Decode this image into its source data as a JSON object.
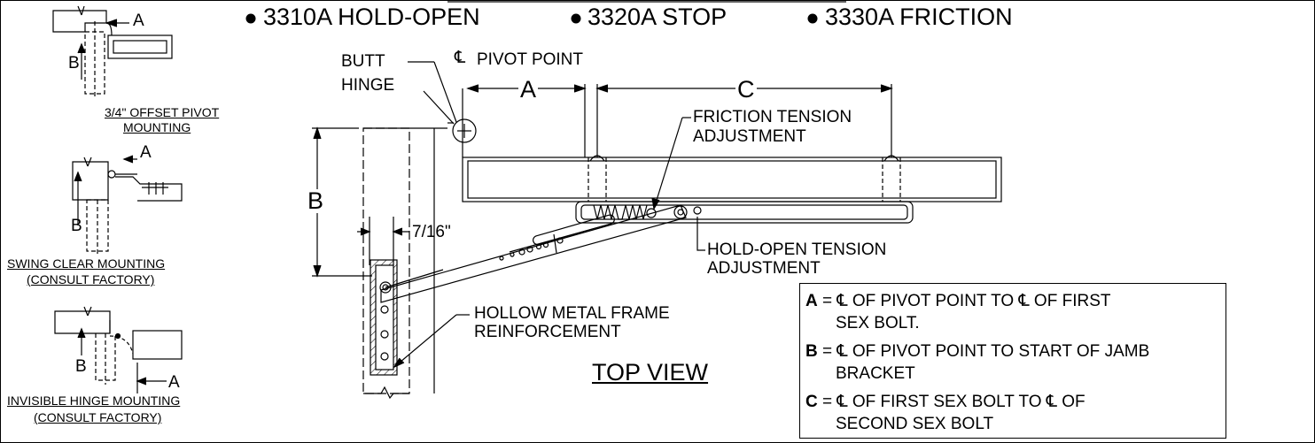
{
  "header": {
    "model_1": "3310A HOLD-OPEN",
    "model_2": "3320A STOP",
    "model_3": "3330A FRICTION"
  },
  "insets": {
    "offset_caption": "3/4\" OFFSET PIVOT MOUNTING",
    "offset_caption_line1": "3/4\" OFFSET PIVOT",
    "offset_caption_line2": "MOUNTING",
    "swing_caption_line1": "SWING CLEAR MOUNTING",
    "swing_caption_line2": "(CONSULT FACTORY)",
    "invisible_caption_line1": "INVISIBLE HINGE MOUNTING",
    "invisible_caption_line2": "(CONSULT FACTORY)",
    "letter_a": "A",
    "letter_b": "B"
  },
  "main": {
    "butt_hinge_line1": "BUTT",
    "butt_hinge_line2": "HINGE",
    "centerline": "℄",
    "pivot_point": "PIVOT POINT",
    "dim_a": "A",
    "dim_b": "B",
    "dim_c": "C",
    "friction_line1": "FRICTION TENSION",
    "friction_line2": "ADJUSTMENT",
    "hold_open_line1": "HOLD-OPEN TENSION",
    "hold_open_line2": "ADJUSTMENT",
    "gap": "7/16\"",
    "frame_line1": "HOLLOW METAL FRAME",
    "frame_line2": "REINFORCEMENT",
    "view_title": "TOP VIEW"
  },
  "legend": {
    "a_key": "A",
    "a_text_line1": "= ℄ OF PIVOT POINT TO ℄ OF FIRST",
    "a_text_line2": "SEX BOLT.",
    "b_key": "B",
    "b_text_line1": "= ℄ OF PIVOT POINT TO START OF JAMB",
    "b_text_line2": "BRACKET",
    "c_key": "C",
    "c_text_line1": "= ℄ OF FIRST SEX BOLT TO ℄ OF",
    "c_text_line2": "SECOND SEX BOLT"
  }
}
